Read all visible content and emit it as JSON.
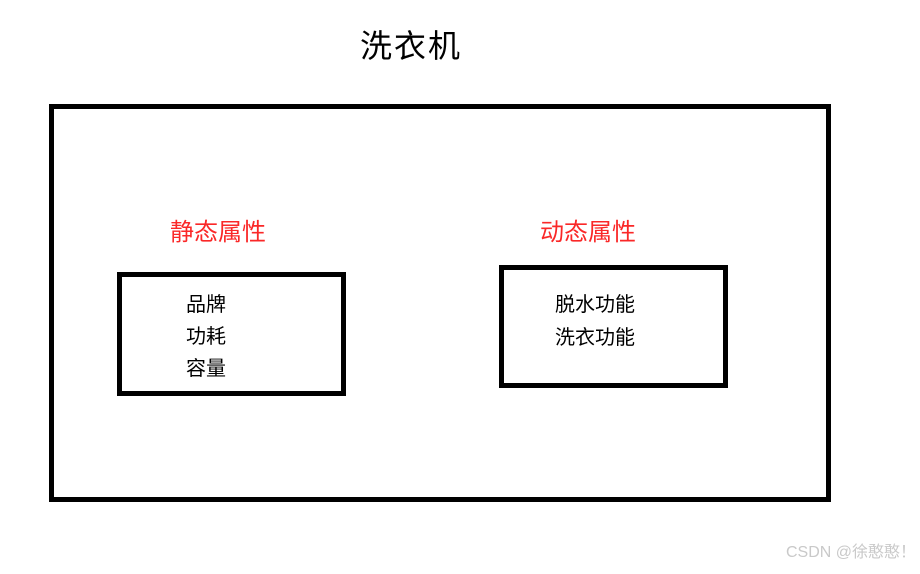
{
  "page": {
    "title": "洗衣机",
    "watermark": "CSDN @徐憨憨！"
  },
  "diagram": {
    "static_group": {
      "label": "静态属性",
      "items": [
        "品牌",
        "功耗",
        "容量"
      ]
    },
    "dynamic_group": {
      "label": "动态属性",
      "items": [
        "脱水功能",
        "洗衣功能"
      ]
    }
  },
  "colors": {
    "group_label_red": "#fa2828",
    "border_black": "#000000",
    "watermark_gray": "#c9c9c9"
  }
}
